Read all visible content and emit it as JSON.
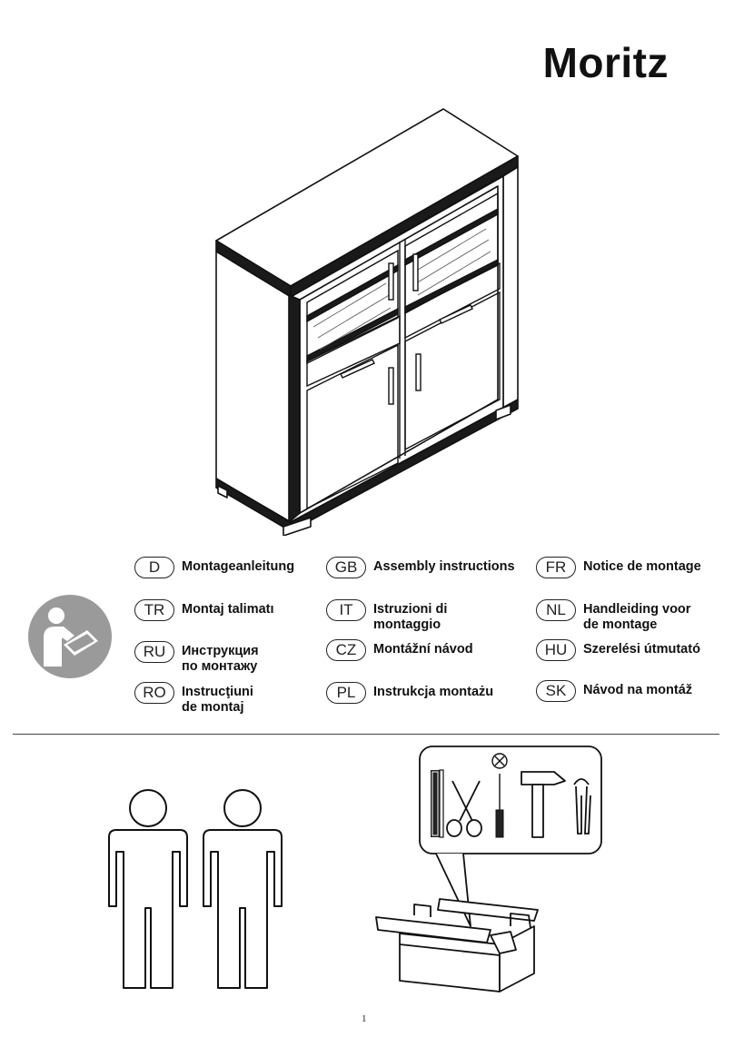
{
  "header": {
    "title": "Moritz"
  },
  "languages": [
    {
      "code": "D",
      "label": "Montageanleitung"
    },
    {
      "code": "GB",
      "label": "Assembly instructions"
    },
    {
      "code": "FR",
      "label": "Notice de montage"
    },
    {
      "code": "TR",
      "label": "Montaj talimatı"
    },
    {
      "code": "IT",
      "label": "Istruzioni di\nmontaggio"
    },
    {
      "code": "NL",
      "label": "Handleiding voor\nde montage"
    },
    {
      "code": "RU",
      "label": "Инструкция\nпо монтажу"
    },
    {
      "code": "CZ",
      "label": "Montážní návod"
    },
    {
      "code": "HU",
      "label": "Szerelési útmutató"
    },
    {
      "code": "RO",
      "label": "Instrucţiuni\nde montaj"
    },
    {
      "code": "PL",
      "label": "Instrukcja montażu"
    },
    {
      "code": "SK",
      "label": "Návod na montáž"
    }
  ],
  "footer": {
    "page_number": "1"
  },
  "icons": [
    "manual-reading-icon",
    "person-icon",
    "toolbox-icon",
    "clamp-icon",
    "scissors-icon",
    "screwdriver-icon",
    "hammer-icon",
    "pincers-icon",
    "not-allowed-icon"
  ]
}
